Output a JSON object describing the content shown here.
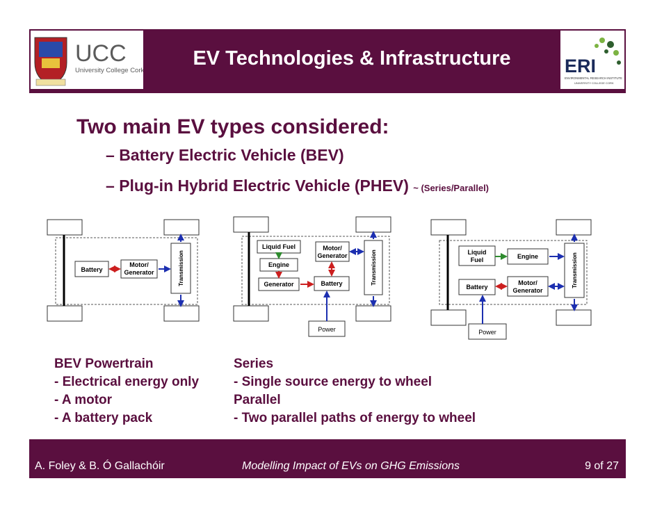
{
  "header": {
    "title": "EV Technologies & Infrastructure",
    "ucc_logo": {
      "wordmark": "UCC",
      "subtitle": "University College Cork"
    },
    "eri_logo": {
      "wordmark": "ERI",
      "subtitle": "ENVIRONMENTAL RESEARCH INSTITUTE",
      "subtitle2": "UNIVERSITY COLLEGE CORK"
    }
  },
  "content": {
    "heading": "Two main EV types considered:",
    "bullets": [
      {
        "dash": "–",
        "text": "Battery Electric Vehicle (BEV)"
      },
      {
        "dash": "–",
        "text": "Plug-in Hybrid Electric Vehicle (PHEV)",
        "suffix": "~ (Series/Parallel)"
      }
    ]
  },
  "diagrams": {
    "bev": {
      "battery": "Battery",
      "motor_line1": "Motor/",
      "motor_line2": "Generator",
      "transmission": "Transmission"
    },
    "series": {
      "fuel": "Liquid Fuel",
      "engine": "Engine",
      "generator": "Generator",
      "battery": "Battery",
      "motor_line1": "Motor/",
      "motor_line2": "Generator",
      "transmission": "Transmission",
      "power": "Power"
    },
    "parallel": {
      "fuel_line1": "Liquid",
      "fuel_line2": "Fuel",
      "engine": "Engine",
      "battery": "Battery",
      "motor_line1": "Motor/",
      "motor_line2": "Generator",
      "transmission": "Transmission",
      "power": "Power"
    }
  },
  "captions": {
    "left": [
      "BEV Powertrain",
      "- Electrical energy only",
      "- A motor",
      "- A battery pack"
    ],
    "right": [
      "Series",
      "- Single source energy to wheel",
      "Parallel",
      "- Two parallel paths of energy to wheel"
    ]
  },
  "footer": {
    "authors": "A. Foley & B. Ó Gallachóir",
    "talk": "Modelling Impact of EVs on GHG Emissions",
    "page": "9 of 27"
  },
  "colors": {
    "brand": "#5a0f3f",
    "arrow_red": "#cc1f1f",
    "arrow_blue": "#1c2fb0",
    "arrow_green": "#2e8b2e"
  }
}
